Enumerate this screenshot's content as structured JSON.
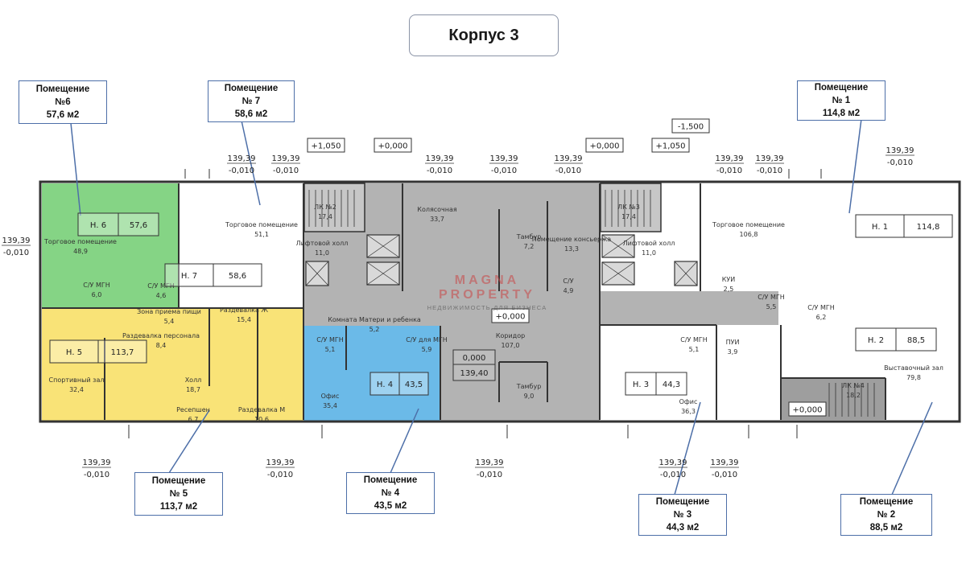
{
  "title": "Корпус 3",
  "callouts": [
    {
      "id": "6",
      "line1": "Помещение",
      "line2": "№6",
      "line3": "57,6 м2"
    },
    {
      "id": "7",
      "line1": "Помещение",
      "line2": "№ 7",
      "line3": "58,6 м2"
    },
    {
      "id": "1",
      "line1": "Помещение",
      "line2": "№ 1",
      "line3": "114,8 м2"
    },
    {
      "id": "5",
      "line1": "Помещение",
      "line2": "№ 5",
      "line3": "113,7 м2"
    },
    {
      "id": "4",
      "line1": "Помещение",
      "line2": "№ 4",
      "line3": "43,5 м2"
    },
    {
      "id": "3",
      "line1": "Помещение",
      "line2": "№ 3",
      "line3": "44,3 м2"
    },
    {
      "id": "2",
      "line1": "Помещение",
      "line2": "№ 2",
      "line3": "88,5 м2"
    }
  ],
  "unit_boxes": [
    {
      "code": "Н. 6",
      "area": "57,6"
    },
    {
      "code": "Н. 7",
      "area": "58,6"
    },
    {
      "code": "Н. 1",
      "area": "114,8"
    },
    {
      "code": "Н. 5",
      "area": "113,7"
    },
    {
      "code": "Н. 4",
      "area": "43,5"
    },
    {
      "code": "Н. 3",
      "area": "44,3"
    },
    {
      "code": "Н. 2",
      "area": "88,5"
    }
  ],
  "rooms": [
    {
      "name": "Торговое помещение",
      "area": "48,9"
    },
    {
      "name": "Торговое помещение",
      "area": "51,1"
    },
    {
      "name": "ЛК №2",
      "area": "17,4"
    },
    {
      "name": "Лифтовой холл",
      "area": "11,0"
    },
    {
      "name": "Колясочная",
      "area": "33,7"
    },
    {
      "name": "Тамбур",
      "area": "7,2"
    },
    {
      "name": "Помещение консьержа",
      "area": "13,3"
    },
    {
      "name": "ЛК №3",
      "area": "17,4"
    },
    {
      "name": "Лифтовой холл",
      "area": "11,0"
    },
    {
      "name": "Торговое помещение",
      "area": "106,8"
    },
    {
      "name": "С/У МГН",
      "area": "6,0"
    },
    {
      "name": "С/У МГН",
      "area": "4,6"
    },
    {
      "name": "Зона приема пищи",
      "area": "5,4"
    },
    {
      "name": "Раздевалка персонала",
      "area": "8,4"
    },
    {
      "name": "Раздевалка Ж",
      "area": "15,4"
    },
    {
      "name": "Спортивный зал",
      "area": "32,4"
    },
    {
      "name": "Холл",
      "area": "18,7"
    },
    {
      "name": "Ресепшен",
      "area": "6,7"
    },
    {
      "name": "Раздевалка М",
      "area": "10,6"
    },
    {
      "name": "С/У МГН",
      "area": "5,1"
    },
    {
      "name": "Комната Матери и ребенка",
      "area": "5,2"
    },
    {
      "name": "С/У для МГН",
      "area": "5,9"
    },
    {
      "name": "Офис",
      "area": "35,4"
    },
    {
      "name": "Коридор",
      "area": "107,0"
    },
    {
      "name": "Тамбур",
      "area": "9,0"
    },
    {
      "name": "С/У",
      "area": "4,9"
    },
    {
      "name": "С/У МГН",
      "area": "5,5"
    },
    {
      "name": "С/У МГН",
      "area": "6,2"
    },
    {
      "name": "КУИ",
      "area": "2,5"
    },
    {
      "name": "С/У МГН",
      "area": "5,1"
    },
    {
      "name": "ПУИ",
      "area": "3,9"
    },
    {
      "name": "Офис",
      "area": "36,3"
    },
    {
      "name": "ЛК №4",
      "area": "18,2"
    },
    {
      "name": "Выставочный зал",
      "area": "79,8"
    }
  ],
  "zero_mark": {
    "top": "0,000",
    "bottom": "139,40"
  },
  "levels": [
    "+1,050",
    "+0,000",
    "+0,000",
    "+1,050",
    "-1,500",
    "+0,000",
    "+0,000"
  ],
  "elevation_tags": {
    "top": "139,39",
    "bottom": "-0,010"
  },
  "watermark": {
    "brand": "MAGNA PROPERTY",
    "sub": "НЕДВИЖИМОСТЬ ДЛЯ БИЗНЕСА"
  },
  "colors": {
    "unit6": "#5cc55c",
    "unit5": "#f7d94a",
    "unit4": "#3aa3e0",
    "common": "#b3b3b3",
    "callout_border": "#4d6fa8",
    "title_border": "#8a93a6",
    "wall": "#333333"
  }
}
